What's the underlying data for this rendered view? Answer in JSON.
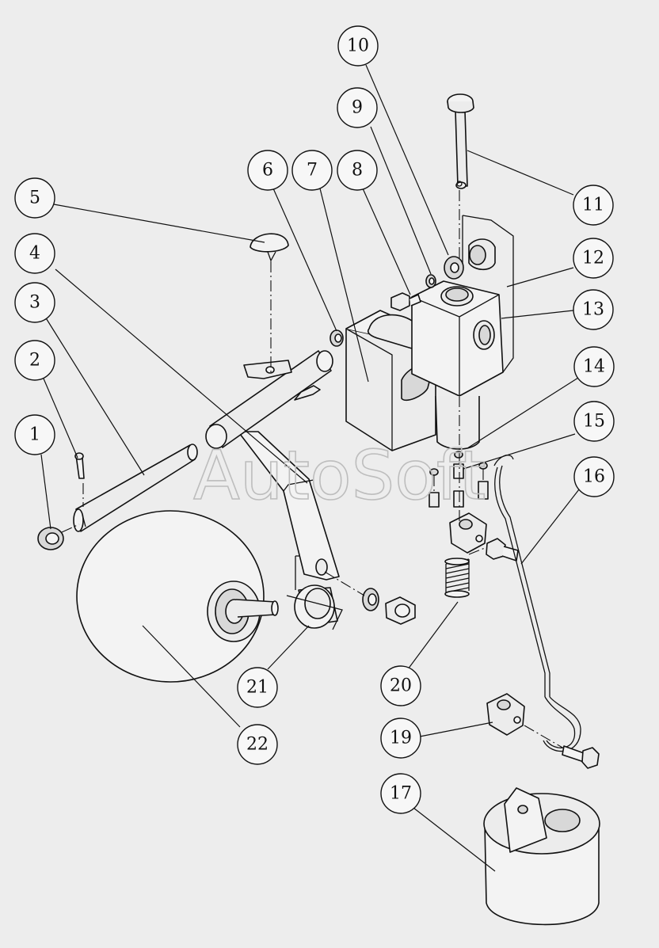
{
  "watermark": "AutoSoft",
  "callouts": [
    {
      "label": "1"
    },
    {
      "label": "2"
    },
    {
      "label": "3"
    },
    {
      "label": "4"
    },
    {
      "label": "5"
    },
    {
      "label": "6"
    },
    {
      "label": "7"
    },
    {
      "label": "8"
    },
    {
      "label": "9"
    },
    {
      "label": "10"
    },
    {
      "label": "11"
    },
    {
      "label": "12"
    },
    {
      "label": "13"
    },
    {
      "label": "14"
    },
    {
      "label": "15"
    },
    {
      "label": "16"
    },
    {
      "label": "17"
    },
    {
      "label": "19"
    },
    {
      "label": "20"
    },
    {
      "label": "21"
    },
    {
      "label": "22"
    }
  ]
}
